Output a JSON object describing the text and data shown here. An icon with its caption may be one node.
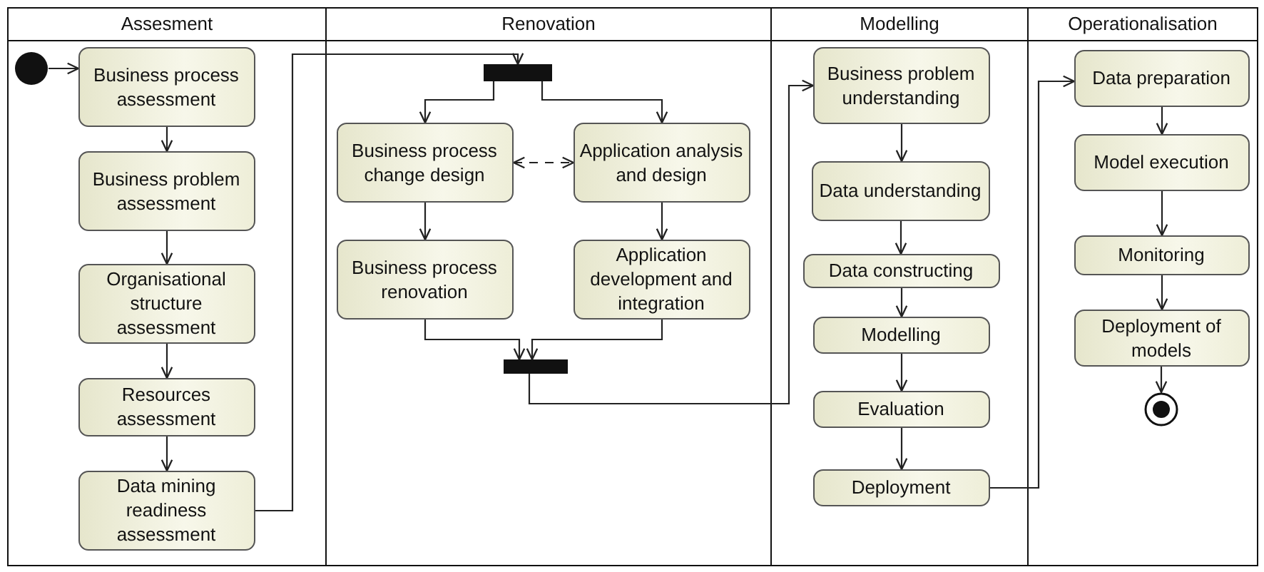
{
  "diagram": {
    "nodes": [
      {
        "text": [
          "Assesment"
        ]
      },
      {
        "text": [],
        "shape": "circle",
        "in": 0
      },
      {
        "text": [
          "Business process assessment"
        ],
        "in": 0
      },
      {
        "text": [
          "Business problem assessment"
        ],
        "in": 0
      },
      {
        "text": [
          "Organisational structure assessment"
        ],
        "in": 0
      },
      {
        "text": [
          "Resources assessment"
        ],
        "in": 0
      },
      {
        "text": [
          "Data mining readiness assessment"
        ],
        "in": 0
      },
      {
        "text": [
          "Renovation"
        ]
      },
      {
        "text": [],
        "shape": "bar",
        "in": 7
      },
      {
        "text": [
          "Business process change design"
        ],
        "in": 7
      },
      {
        "text": [
          "Application analysis and design"
        ],
        "in": 7
      },
      {
        "text": [
          "Business process renovation"
        ],
        "in": 7
      },
      {
        "text": [
          "Application development and integration"
        ],
        "in": 7
      },
      {
        "text": [],
        "shape": "bar",
        "in": 7
      },
      {
        "text": [
          "Modelling"
        ]
      },
      {
        "text": [
          "Business problem understanding"
        ],
        "in": 14
      },
      {
        "text": [
          "Data understanding"
        ],
        "in": 14
      },
      {
        "text": [
          "Data constructing"
        ],
        "in": 14
      },
      {
        "text": [
          "Modelling"
        ],
        "in": 14
      },
      {
        "text": [
          "Evaluation"
        ],
        "in": 14
      },
      {
        "text": [
          "Deployment"
        ],
        "in": 14
      },
      {
        "text": [
          "Operationalisation"
        ]
      },
      {
        "text": [
          "Data preparation"
        ],
        "in": 21
      },
      {
        "text": [
          "Model execution"
        ],
        "in": 21
      },
      {
        "text": [
          "Monitoring"
        ],
        "in": 21
      },
      {
        "text": [
          "Deployment of models"
        ],
        "in": 21
      },
      {
        "text": [],
        "shape": "circle",
        "in": 21
      }
    ],
    "edges": [
      {
        "from": 1,
        "to": 2,
        "arrow": "to"
      },
      {
        "from": 2,
        "to": 3,
        "arrow": "to"
      },
      {
        "from": 3,
        "to": 4,
        "arrow": "to"
      },
      {
        "from": 4,
        "to": 5,
        "arrow": "to"
      },
      {
        "from": 5,
        "to": 6,
        "arrow": "to"
      },
      {
        "from": 6,
        "to": 8,
        "arrow": "to"
      },
      {
        "from": 8,
        "to": 9,
        "arrow": "to"
      },
      {
        "from": 8,
        "to": 10,
        "arrow": "to"
      },
      {
        "from": 9,
        "to": 10,
        "arrow": "both",
        "style": "dashed"
      },
      {
        "from": 9,
        "to": 11,
        "arrow": "to"
      },
      {
        "from": 10,
        "to": 12,
        "arrow": "to"
      },
      {
        "from": 11,
        "to": 13,
        "arrow": "to"
      },
      {
        "from": 12,
        "to": 13,
        "arrow": "to"
      },
      {
        "from": 13,
        "to": 15,
        "arrow": "to"
      },
      {
        "from": 15,
        "to": 16,
        "arrow": "to"
      },
      {
        "from": 16,
        "to": 17,
        "arrow": "to"
      },
      {
        "from": 17,
        "to": 18,
        "arrow": "to"
      },
      {
        "from": 18,
        "to": 19,
        "arrow": "to"
      },
      {
        "from": 19,
        "to": 20,
        "arrow": "to"
      },
      {
        "from": 20,
        "to": 22,
        "arrow": "to"
      },
      {
        "from": 22,
        "to": 23,
        "arrow": "to"
      },
      {
        "from": 23,
        "to": 24,
        "arrow": "to"
      },
      {
        "from": 24,
        "to": 25,
        "arrow": "to"
      },
      {
        "from": 25,
        "to": 26,
        "arrow": "to"
      }
    ]
  }
}
